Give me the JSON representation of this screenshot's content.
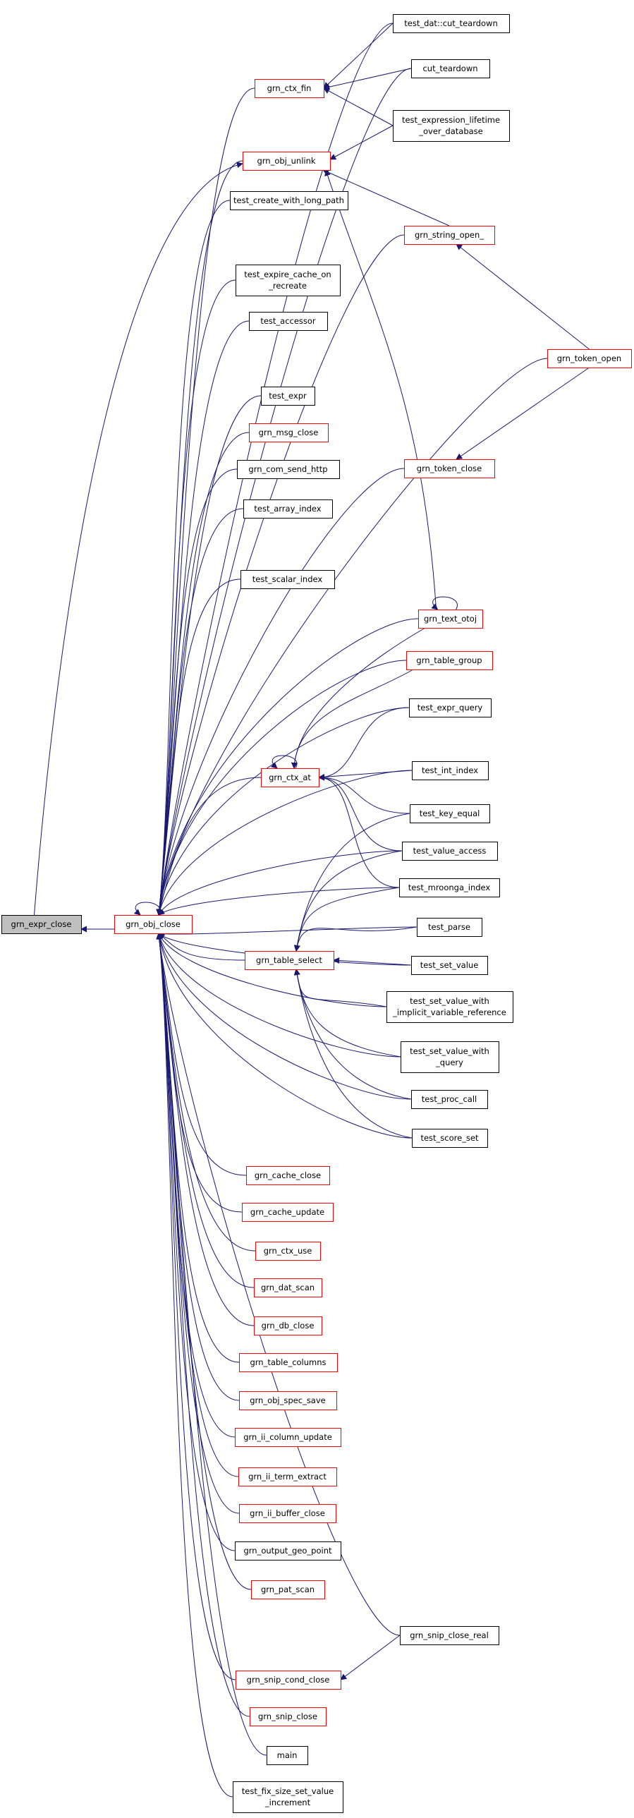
{
  "colors": {
    "edge": "#191970",
    "focus_fill": "#bfbfbf",
    "normal_border": "#000000",
    "doc_border": "#ff0000"
  },
  "nodes": {
    "grn_expr_close": {
      "lines": [
        "grn_expr_close"
      ],
      "style": "focus"
    },
    "grn_obj_close": {
      "lines": [
        "grn_obj_close"
      ],
      "style": "doc"
    },
    "test_dat_cut_teardown": {
      "lines": [
        "test_dat::cut_teardown"
      ],
      "style": "normal"
    },
    "grn_ctx_fin": {
      "lines": [
        "grn_ctx_fin"
      ],
      "style": "doc"
    },
    "cut_teardown": {
      "lines": [
        "cut_teardown"
      ],
      "style": "normal"
    },
    "test_expression_lifetime_over_database": {
      "lines": [
        "test_expression_lifetime",
        "_over_database"
      ],
      "style": "normal"
    },
    "grn_obj_unlink": {
      "lines": [
        "grn_obj_unlink"
      ],
      "style": "doc"
    },
    "test_create_with_long_path": {
      "lines": [
        "test_create_with_long_path"
      ],
      "style": "normal"
    },
    "grn_string_open_": {
      "lines": [
        "grn_string_open_"
      ],
      "style": "doc"
    },
    "test_expire_cache_on_recreate": {
      "lines": [
        "test_expire_cache_on",
        "_recreate"
      ],
      "style": "normal"
    },
    "test_accessor": {
      "lines": [
        "test_accessor"
      ],
      "style": "normal"
    },
    "grn_token_open": {
      "lines": [
        "grn_token_open"
      ],
      "style": "doc"
    },
    "test_expr": {
      "lines": [
        "test_expr"
      ],
      "style": "normal"
    },
    "grn_msg_close": {
      "lines": [
        "grn_msg_close"
      ],
      "style": "doc"
    },
    "grn_com_send_http": {
      "lines": [
        "grn_com_send_http"
      ],
      "style": "normal"
    },
    "grn_token_close": {
      "lines": [
        "grn_token_close"
      ],
      "style": "doc"
    },
    "test_array_index": {
      "lines": [
        "test_array_index"
      ],
      "style": "normal"
    },
    "test_scalar_index": {
      "lines": [
        "test_scalar_index"
      ],
      "style": "normal"
    },
    "grn_text_otoj": {
      "lines": [
        "grn_text_otoj"
      ],
      "style": "doc"
    },
    "grn_table_group": {
      "lines": [
        "grn_table_group"
      ],
      "style": "doc"
    },
    "test_expr_query": {
      "lines": [
        "test_expr_query"
      ],
      "style": "normal"
    },
    "grn_ctx_at": {
      "lines": [
        "grn_ctx_at"
      ],
      "style": "doc"
    },
    "test_int_index": {
      "lines": [
        "test_int_index"
      ],
      "style": "normal"
    },
    "test_key_equal": {
      "lines": [
        "test_key_equal"
      ],
      "style": "normal"
    },
    "test_value_access": {
      "lines": [
        "test_value_access"
      ],
      "style": "normal"
    },
    "test_mroonga_index": {
      "lines": [
        "test_mroonga_index"
      ],
      "style": "normal"
    },
    "test_parse": {
      "lines": [
        "test_parse"
      ],
      "style": "normal"
    },
    "grn_table_select": {
      "lines": [
        "grn_table_select"
      ],
      "style": "doc"
    },
    "test_set_value": {
      "lines": [
        "test_set_value"
      ],
      "style": "normal"
    },
    "test_set_value_with_implicit_variable_reference": {
      "lines": [
        "test_set_value_with",
        "_implicit_variable_reference"
      ],
      "style": "normal"
    },
    "test_set_value_with_query": {
      "lines": [
        "test_set_value_with",
        "_query"
      ],
      "style": "normal"
    },
    "test_proc_call": {
      "lines": [
        "test_proc_call"
      ],
      "style": "normal"
    },
    "test_score_set": {
      "lines": [
        "test_score_set"
      ],
      "style": "normal"
    },
    "grn_cache_close": {
      "lines": [
        "grn_cache_close"
      ],
      "style": "doc"
    },
    "grn_cache_update": {
      "lines": [
        "grn_cache_update"
      ],
      "style": "doc"
    },
    "grn_ctx_use": {
      "lines": [
        "grn_ctx_use"
      ],
      "style": "doc"
    },
    "grn_dat_scan": {
      "lines": [
        "grn_dat_scan"
      ],
      "style": "doc"
    },
    "grn_db_close": {
      "lines": [
        "grn_db_close"
      ],
      "style": "doc"
    },
    "grn_table_columns": {
      "lines": [
        "grn_table_columns"
      ],
      "style": "doc"
    },
    "grn_obj_spec_save": {
      "lines": [
        "grn_obj_spec_save"
      ],
      "style": "doc"
    },
    "grn_ii_column_update": {
      "lines": [
        "grn_ii_column_update"
      ],
      "style": "doc"
    },
    "grn_ii_term_extract": {
      "lines": [
        "grn_ii_term_extract"
      ],
      "style": "doc"
    },
    "grn_ii_buffer_close": {
      "lines": [
        "grn_ii_buffer_close"
      ],
      "style": "doc"
    },
    "grn_output_geo_point": {
      "lines": [
        "grn_output_geo_point"
      ],
      "style": "normal"
    },
    "grn_pat_scan": {
      "lines": [
        "grn_pat_scan"
      ],
      "style": "doc"
    },
    "grn_snip_close_real": {
      "lines": [
        "grn_snip_close_real"
      ],
      "style": "normal"
    },
    "grn_snip_cond_close": {
      "lines": [
        "grn_snip_cond_close"
      ],
      "style": "doc"
    },
    "grn_snip_close": {
      "lines": [
        "grn_snip_close"
      ],
      "style": "doc"
    },
    "main": {
      "lines": [
        "main"
      ],
      "style": "normal"
    },
    "test_fix_size_set_value_increment": {
      "lines": [
        "test_fix_size_set_value",
        "_increment"
      ],
      "style": "normal"
    }
  },
  "edges": [
    [
      "grn_obj_close",
      "grn_expr_close"
    ],
    [
      "grn_obj_unlink",
      "grn_expr_close"
    ],
    [
      "grn_obj_close",
      "grn_obj_close"
    ],
    [
      "grn_ctx_fin",
      "test_dat_cut_teardown"
    ],
    [
      "grn_ctx_fin",
      "cut_teardown"
    ],
    [
      "grn_ctx_fin",
      "test_expression_lifetime_over_database"
    ],
    [
      "grn_obj_unlink",
      "test_expression_lifetime_over_database"
    ],
    [
      "grn_obj_unlink",
      "grn_string_open_"
    ],
    [
      "grn_obj_unlink",
      "grn_text_otoj"
    ],
    [
      "grn_string_open_",
      "grn_token_open"
    ],
    [
      "grn_token_close",
      "grn_token_open"
    ],
    [
      "grn_text_otoj",
      "grn_text_otoj"
    ],
    [
      "grn_ctx_at",
      "grn_ctx_at"
    ],
    [
      "grn_ctx_at",
      "grn_text_otoj"
    ],
    [
      "grn_ctx_at",
      "grn_table_group"
    ],
    [
      "grn_ctx_at",
      "test_expr_query"
    ],
    [
      "grn_ctx_at",
      "test_int_index"
    ],
    [
      "grn_ctx_at",
      "test_key_equal"
    ],
    [
      "grn_ctx_at",
      "test_value_access"
    ],
    [
      "grn_ctx_at",
      "test_mroonga_index"
    ],
    [
      "grn_table_select",
      "test_key_equal"
    ],
    [
      "grn_table_select",
      "test_value_access"
    ],
    [
      "grn_table_select",
      "test_mroonga_index"
    ],
    [
      "grn_table_select",
      "test_parse"
    ],
    [
      "grn_table_select",
      "test_set_value"
    ],
    [
      "grn_table_select",
      "test_set_value_with_implicit_variable_reference"
    ],
    [
      "grn_table_select",
      "test_set_value_with_query"
    ],
    [
      "grn_table_select",
      "test_proc_call"
    ],
    [
      "grn_table_select",
      "test_score_set"
    ],
    [
      "grn_snip_cond_close",
      "grn_snip_close_real"
    ],
    [
      "grn_obj_close",
      "test_dat_cut_teardown"
    ],
    [
      "grn_obj_close",
      "cut_teardown"
    ],
    [
      "grn_obj_close",
      "grn_ctx_fin"
    ],
    [
      "grn_obj_close",
      "grn_obj_unlink"
    ],
    [
      "grn_obj_close",
      "test_create_with_long_path"
    ],
    [
      "grn_obj_close",
      "grn_string_open_"
    ],
    [
      "grn_obj_close",
      "test_expire_cache_on_recreate"
    ],
    [
      "grn_obj_close",
      "test_accessor"
    ],
    [
      "grn_obj_close",
      "grn_token_open"
    ],
    [
      "grn_obj_close",
      "test_expr"
    ],
    [
      "grn_obj_close",
      "grn_msg_close"
    ],
    [
      "grn_obj_close",
      "grn_com_send_http"
    ],
    [
      "grn_obj_close",
      "grn_token_close"
    ],
    [
      "grn_obj_close",
      "test_array_index"
    ],
    [
      "grn_obj_close",
      "test_scalar_index"
    ],
    [
      "grn_obj_close",
      "grn_text_otoj"
    ],
    [
      "grn_obj_close",
      "grn_table_group"
    ],
    [
      "grn_obj_close",
      "test_expr_query"
    ],
    [
      "grn_obj_close",
      "grn_ctx_at"
    ],
    [
      "grn_obj_close",
      "test_int_index"
    ],
    [
      "grn_obj_close",
      "test_value_access"
    ],
    [
      "grn_obj_close",
      "test_mroonga_index"
    ],
    [
      "grn_obj_close",
      "test_parse"
    ],
    [
      "grn_obj_close",
      "grn_table_select"
    ],
    [
      "grn_obj_close",
      "test_set_value"
    ],
    [
      "grn_obj_close",
      "test_set_value_with_implicit_variable_reference"
    ],
    [
      "grn_obj_close",
      "test_set_value_with_query"
    ],
    [
      "grn_obj_close",
      "test_proc_call"
    ],
    [
      "grn_obj_close",
      "test_score_set"
    ],
    [
      "grn_obj_close",
      "grn_cache_close"
    ],
    [
      "grn_obj_close",
      "grn_cache_update"
    ],
    [
      "grn_obj_close",
      "grn_ctx_use"
    ],
    [
      "grn_obj_close",
      "grn_dat_scan"
    ],
    [
      "grn_obj_close",
      "grn_db_close"
    ],
    [
      "grn_obj_close",
      "grn_table_columns"
    ],
    [
      "grn_obj_close",
      "grn_obj_spec_save"
    ],
    [
      "grn_obj_close",
      "grn_ii_column_update"
    ],
    [
      "grn_obj_close",
      "grn_ii_term_extract"
    ],
    [
      "grn_obj_close",
      "grn_ii_buffer_close"
    ],
    [
      "grn_obj_close",
      "grn_output_geo_point"
    ],
    [
      "grn_obj_close",
      "grn_pat_scan"
    ],
    [
      "grn_obj_close",
      "grn_snip_close_real"
    ],
    [
      "grn_obj_close",
      "grn_snip_cond_close"
    ],
    [
      "grn_obj_close",
      "grn_snip_close"
    ],
    [
      "grn_obj_close",
      "main"
    ],
    [
      "grn_obj_close",
      "test_fix_size_set_value_increment"
    ]
  ]
}
